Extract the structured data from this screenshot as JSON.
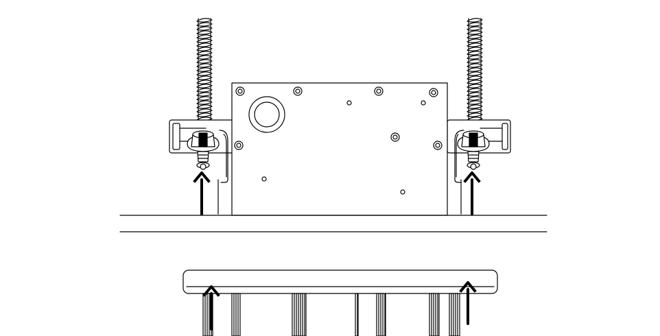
{
  "diagram": {
    "stroke_color": "#000000",
    "fill_color": "#ffffff",
    "arrow_color": "#000000",
    "components": [
      "threaded-rod-left",
      "threaded-rod-right",
      "mounting-plate",
      "bracket-left",
      "bracket-right",
      "nut-assembly-left",
      "nut-assembly-right",
      "upward-arrows",
      "lower-tray"
    ]
  }
}
